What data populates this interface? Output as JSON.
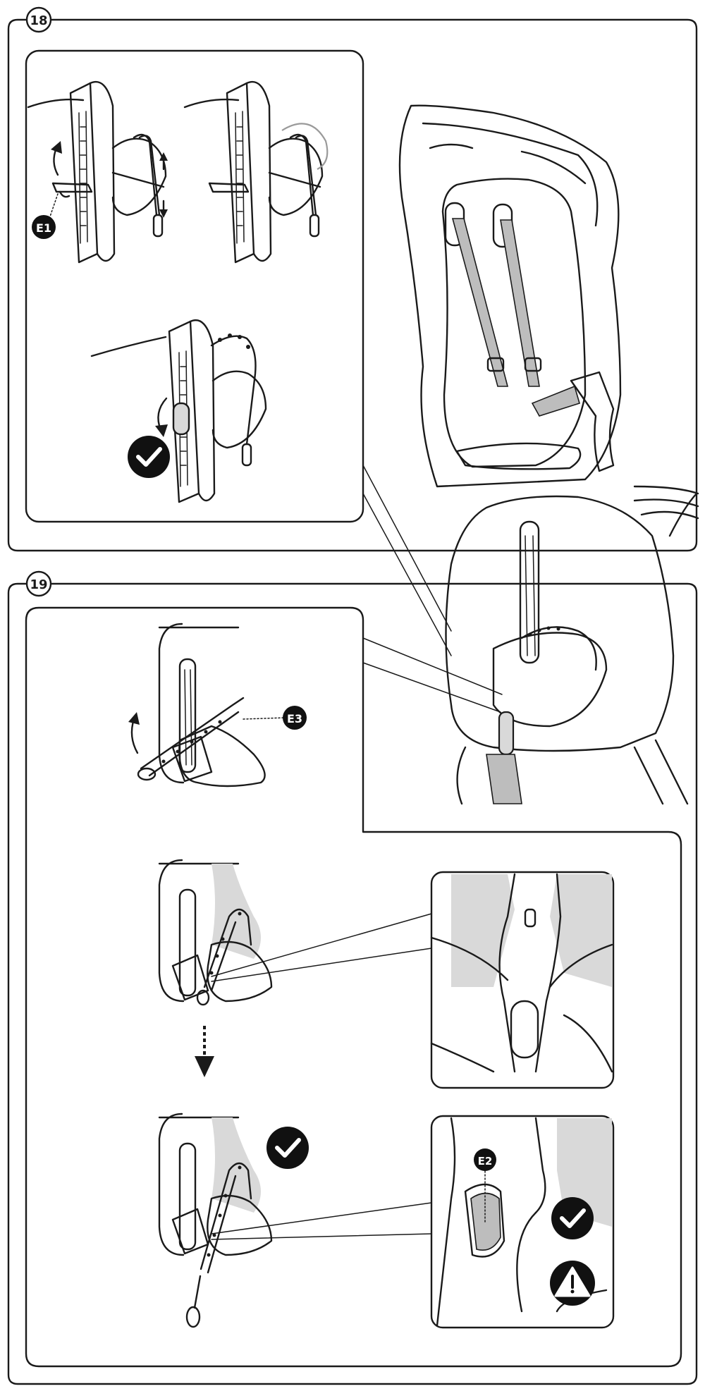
{
  "steps": {
    "step18": {
      "number": "18"
    },
    "step19": {
      "number": "19"
    }
  },
  "callouts": {
    "e1": "E1",
    "e2": "E2",
    "e3": "E3"
  },
  "icons": {
    "ok": "check-circle-icon",
    "warning": "warning-triangle-icon",
    "arrow_down": "arrow-down-icon",
    "rotate_up": "curved-arrow-up-icon",
    "rotate_down": "curved-arrow-down-icon"
  },
  "colors": {
    "line": "#1a1a1a",
    "strap": "#bdbdbd",
    "badge": "#111111",
    "background": "#ffffff"
  }
}
